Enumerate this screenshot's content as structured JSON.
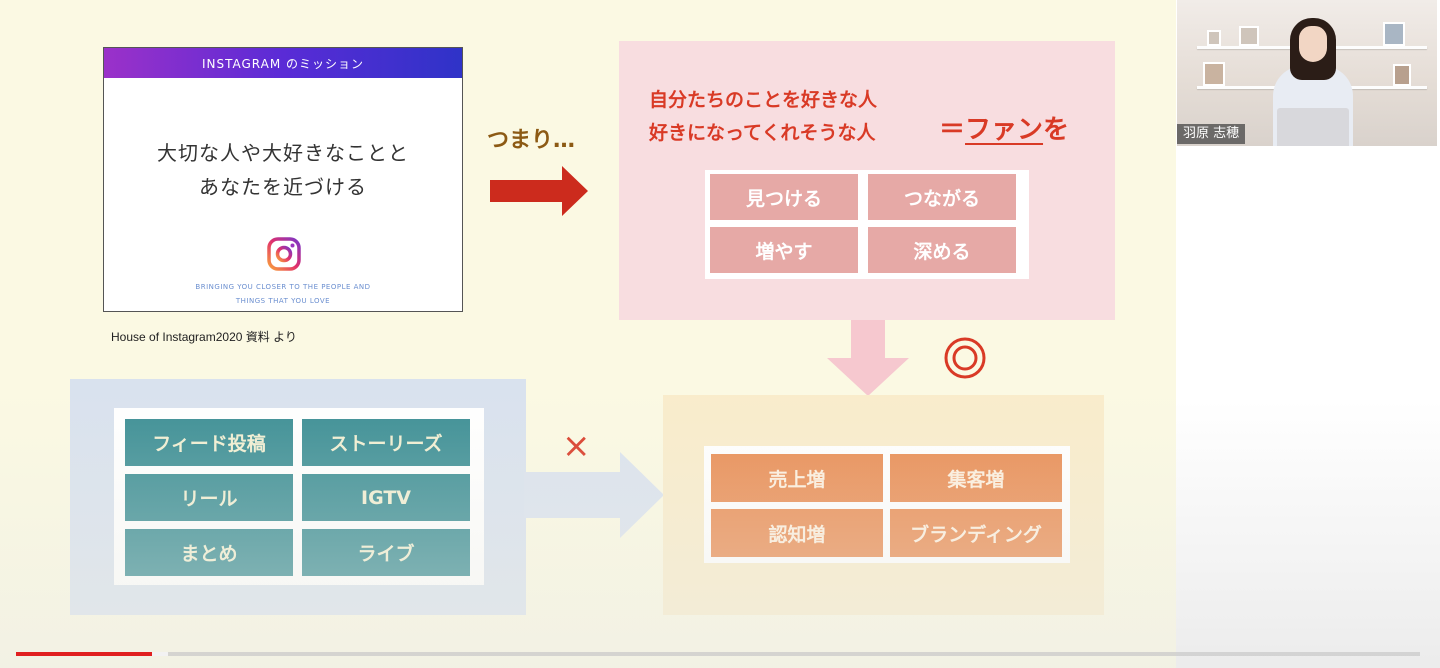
{
  "mission_card": {
    "header": "INSTAGRAM のミッション",
    "body_line1": "大切な人や大好きなことと",
    "body_line2": "あなたを近づける",
    "tagline_line1": "BRINGING YOU CLOSER TO THE PEOPLE AND",
    "tagline_line2": "THINGS THAT YOU LOVE",
    "icon": "instagram-icon"
  },
  "source_caption": "House of Instagram2020 資料 より",
  "tsumari": "つまり…",
  "pink_box": {
    "line1": "自分たちのことを好きな人",
    "line2": "好きになってくれそうな人",
    "fan_prefix": "＝",
    "fan_word": "ファン",
    "fan_suffix": "を",
    "actions": [
      "見つける",
      "つながる",
      "増やす",
      "深める"
    ]
  },
  "double_circle": "◎",
  "blue_box": {
    "items": [
      "フィード投稿",
      "ストーリーズ",
      "リール",
      "IGTV",
      "まとめ",
      "ライブ"
    ]
  },
  "times_mark": "×",
  "orange_box": {
    "items": [
      "売上増",
      "集客増",
      "認知増",
      "ブランディング"
    ]
  },
  "webcam": {
    "name": "羽原 志穂"
  },
  "colors": {
    "accent_red": "#d93a26",
    "teal": "#3d8f95",
    "orange": "#e98d54",
    "pink_cell": "#e6a9a6"
  },
  "video_progress": {
    "played_fraction": 0.097,
    "buffered_fraction": 0.108
  }
}
